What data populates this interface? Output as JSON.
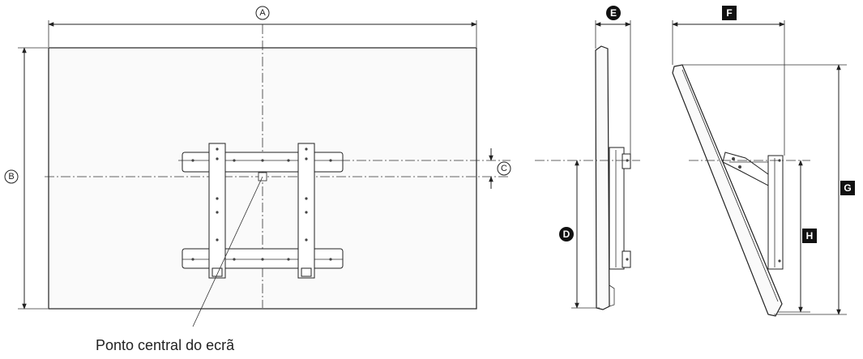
{
  "labels": {
    "A": "A",
    "B": "B",
    "C": "C",
    "D": "D",
    "E": "E",
    "F": "F",
    "G": "G",
    "H": "H"
  },
  "caption": "Ponto central do ecrã"
}
